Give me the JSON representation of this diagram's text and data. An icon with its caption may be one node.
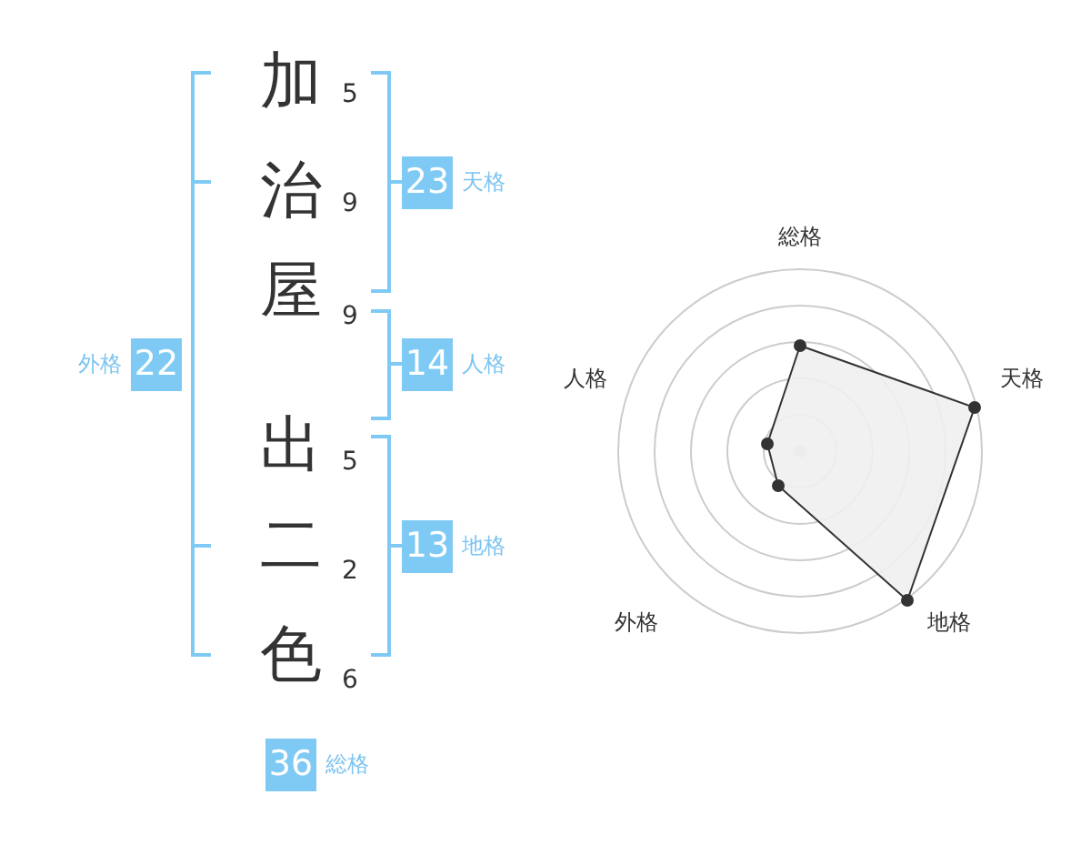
{
  "diagram": {
    "nodes": [
      {
        "text": [
          "23"
        ],
        "beside": [
          "天格"
        ]
      },
      {
        "text": [
          "22"
        ],
        "beside": [
          "外格"
        ]
      },
      {
        "text": [
          "14"
        ],
        "beside": [
          "人格"
        ]
      },
      {
        "text": [
          "13"
        ],
        "beside": [
          "地格"
        ]
      },
      {
        "text": [
          "36"
        ],
        "beside": [
          "総格"
        ]
      }
    ],
    "edges": [],
    "labels": [
      "加",
      "5",
      "治",
      "9",
      "屋",
      "9",
      "出",
      "5",
      "二",
      "2",
      "色",
      "6",
      "総格",
      "人格",
      "天格",
      "外格",
      "地格"
    ]
  }
}
